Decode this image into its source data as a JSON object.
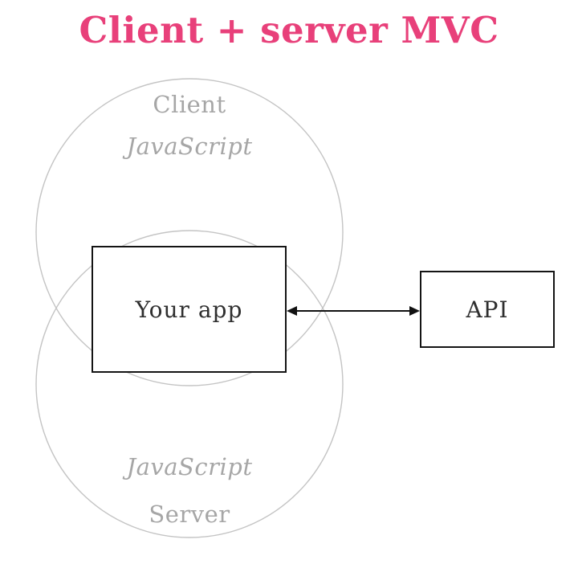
{
  "title": "Client + server MVC",
  "colors": {
    "title_pink": "#e8407a",
    "label_gray": "#a6a6a6",
    "circle_gray": "#c4c4c4",
    "node_border": "#141414",
    "node_text": "#2f2f2f",
    "arrow_black": "#111111",
    "background": "#ffffff"
  },
  "venn": {
    "top_circle": {
      "name": "Client",
      "language": "JavaScript"
    },
    "bottom_circle": {
      "name": "Server",
      "language": "JavaScript"
    }
  },
  "nodes": {
    "your_app": "Your app",
    "api": "API"
  },
  "connections": [
    {
      "from": "Your app",
      "to": "API",
      "type": "bidirectional-arrow"
    }
  ]
}
